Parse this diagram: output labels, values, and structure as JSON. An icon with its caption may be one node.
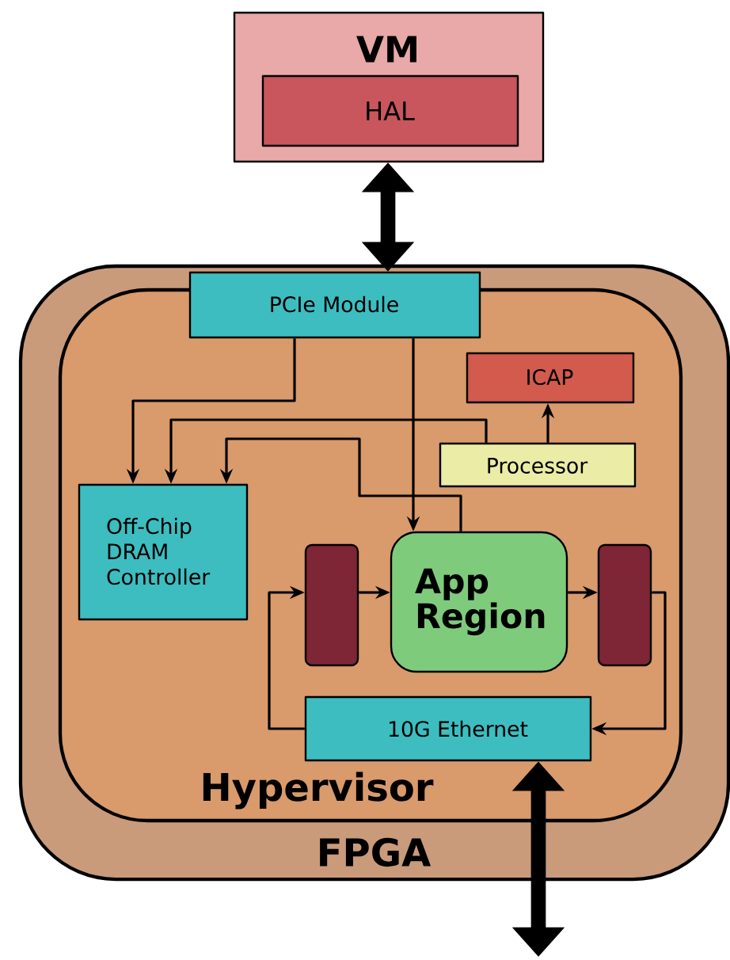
{
  "diagram": {
    "nodes": [
      {
        "text": [
          "VM"
        ]
      },
      {
        "text": [
          "HAL"
        ],
        "in": 0
      },
      {
        "text": [
          "FPGA"
        ]
      },
      {
        "text": [
          "Hypervisor"
        ],
        "in": 2
      },
      {
        "text": [
          "PCIe Module"
        ],
        "in": 2
      },
      {
        "text": [
          "ICAP"
        ],
        "in": 3
      },
      {
        "text": [
          "Processor"
        ],
        "in": 3
      },
      {
        "text": [
          "Off-Chip DRAM Controller"
        ],
        "in": 3
      },
      {
        "text": [],
        "shape": "bar",
        "in": 3
      },
      {
        "text": [
          "App Region"
        ],
        "in": 3
      },
      {
        "text": [],
        "shape": "bar",
        "in": 3
      },
      {
        "text": [
          "10G Ethernet"
        ],
        "in": 3
      }
    ],
    "edges": [
      {
        "from": 0,
        "to": 4,
        "arrow": "both",
        "style": "thick"
      },
      {
        "from": 4,
        "to": 7,
        "arrow": "to"
      },
      {
        "from": 6,
        "to": 7,
        "arrow": "to"
      },
      {
        "from": 9,
        "to": 7,
        "arrow": "to"
      },
      {
        "from": 4,
        "to": 9,
        "arrow": "to"
      },
      {
        "from": 6,
        "to": 5,
        "arrow": "to"
      },
      {
        "from": 8,
        "to": 9,
        "arrow": "to"
      },
      {
        "from": 9,
        "to": 10,
        "arrow": "to"
      },
      {
        "from": 10,
        "to": 11,
        "arrow": "to"
      },
      {
        "from": 11,
        "to": 8,
        "arrow": "to"
      },
      {
        "from": 11,
        "to": null,
        "arrow": "both",
        "style": "thick"
      }
    ]
  }
}
